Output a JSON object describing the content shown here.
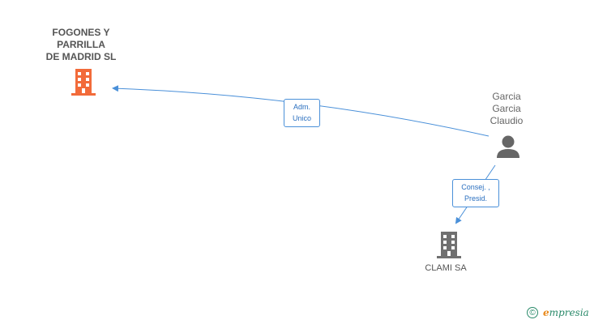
{
  "nodes": {
    "main_company": {
      "lines": [
        "FOGONES Y",
        "PARRILLA",
        "DE MADRID SL"
      ],
      "color": "#f26b3a",
      "icon": "building-icon"
    },
    "person": {
      "lines": [
        "Garcia",
        "Garcia",
        "Claudio"
      ],
      "color": "#666666",
      "icon": "person-icon"
    },
    "sub_company": {
      "label": "CLAMI SA",
      "color": "#707070",
      "icon": "building-icon"
    }
  },
  "relations": {
    "adm": {
      "line1": "Adm.",
      "line2": "Unico"
    },
    "consej": {
      "line1": "Consej. ,",
      "line2": "Presid."
    }
  },
  "edge_color": "#4a90d9",
  "watermark": {
    "copyright_symbol": "©",
    "brand_first_letter": "e",
    "brand_rest": "mpresia"
  }
}
